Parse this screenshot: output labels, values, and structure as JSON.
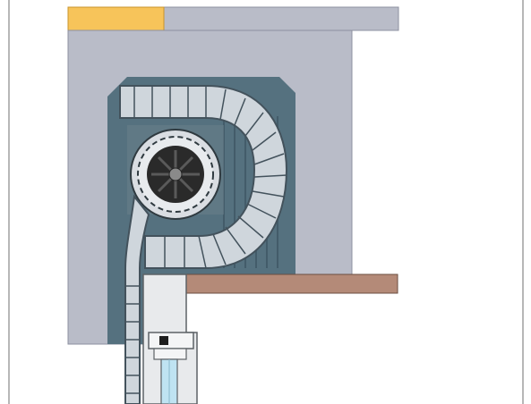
{
  "diagram": {
    "subject": "",
    "colors": {
      "background": "#ffffff",
      "frame_line": "#6f6f6f",
      "wall": "#b9bcc8",
      "wall_edge": "#8d90a0",
      "accent_top": "#f7c45a",
      "lintel": "#b48a78",
      "lintel_edge": "#6b4d40",
      "box_interior": "#55717f",
      "shutter_slats": "#cfd6dc",
      "slat_edge": "#43525c",
      "motor_dark": "#2a2a2a",
      "window_frame": "#e8eaec",
      "glass": "#bfe3f2"
    },
    "components": [
      {
        "id": "wall-top",
        "icon": "wall-shape"
      },
      {
        "id": "accent-strip",
        "icon": "yellow-block"
      },
      {
        "id": "shutter-box",
        "icon": "roller-shutter-box"
      },
      {
        "id": "rolled-slats",
        "icon": "coiled-slats"
      },
      {
        "id": "motor-axle",
        "icon": "motor-drum"
      },
      {
        "id": "window-lintel",
        "icon": "brown-beam"
      },
      {
        "id": "window-frame",
        "icon": "frame-profile"
      }
    ]
  }
}
